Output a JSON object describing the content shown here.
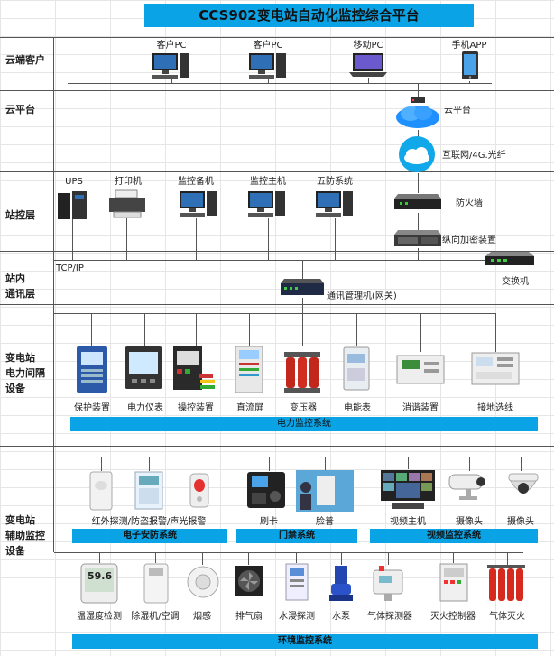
{
  "title": "CCS902变电站自动化监控综合平台",
  "tiers": {
    "cloud_client": "云端客户",
    "cloud_platform": "云平台",
    "station_control": "站控层",
    "station_comm": "站内\n通讯层",
    "power_bay": "变电站\n电力间隔\n设备",
    "aux_monitor": "变电站\n辅助监控\n设备"
  },
  "clients": [
    "客户PC",
    "客户PC",
    "移动PC",
    "手机APP"
  ],
  "cloud": {
    "platform_label": "云平台",
    "internet_label": "互联网/4G.光纤"
  },
  "station": {
    "devices": [
      "UPS",
      "打印机",
      "监控备机",
      "监控主机",
      "五防系统"
    ],
    "firewall": "防火墙",
    "encryption": "纵向加密装置",
    "tcpip": "TCP/IP",
    "switch": "交换机",
    "comm_manager": "通讯管理机(网关)"
  },
  "power_devices": [
    "保护装置",
    "电力仪表",
    "操控装置",
    "直流屏",
    "变压器",
    "电能表",
    "消谐装置",
    "接地选线"
  ],
  "power_system_bar": "电力监控系统",
  "security": {
    "label": "红外探测/防盗报警/声光报警",
    "bar": "电子安防系统"
  },
  "access": {
    "labels": [
      "刷卡",
      "脸普"
    ],
    "bar": "门禁系统"
  },
  "video": {
    "labels": [
      "视频主机",
      "摄像头",
      "摄像头"
    ],
    "bar": "视频监控系统"
  },
  "env": {
    "labels": [
      "温湿度检测",
      "除湿机/空调",
      "烟感",
      "排气扇",
      "水浸探测",
      "水泵",
      "气体探测器",
      "灭火控制器",
      "气体灭火"
    ],
    "bar": "环境监控系统",
    "thermo_reading": "59.6"
  },
  "colors": {
    "accent": "#0aa3e6",
    "line": "#555555"
  }
}
